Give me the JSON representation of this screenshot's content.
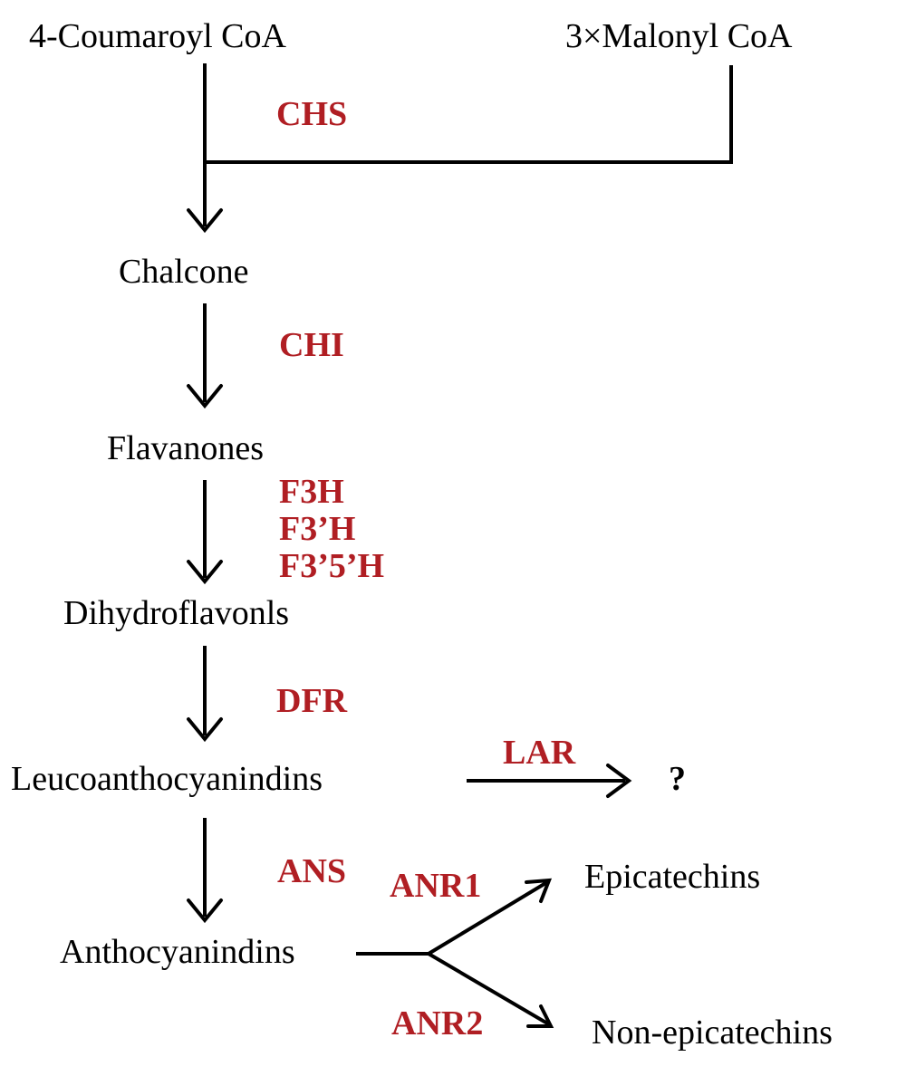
{
  "colors": {
    "enzyme": "#b01e23",
    "compound": "#000000",
    "arrow": "#000000"
  },
  "compounds": {
    "coumaroyl_coa": "4-Coumaroyl CoA",
    "malonyl_coa": "3×Malonyl CoA",
    "chalcone": "Chalcone",
    "flavanones": "Flavanones",
    "dihydroflavonols": "Dihydroflavonls",
    "leucoanthocyanidins": "Leucoanthocyanindins",
    "lar_product": "?",
    "anthocyanidins": "Anthocyanindins",
    "epicatechins": "Epicatechins",
    "non_epicatechins": "Non-epicatechins"
  },
  "enzymes": {
    "chs": "CHS",
    "chi": "CHI",
    "f3h": "F3H",
    "f3ph": "F3’H",
    "f35h": "F3’5’H",
    "dfr": "DFR",
    "lar": "LAR",
    "ans": "ANS",
    "anr1": "ANR1",
    "anr2": "ANR2"
  }
}
